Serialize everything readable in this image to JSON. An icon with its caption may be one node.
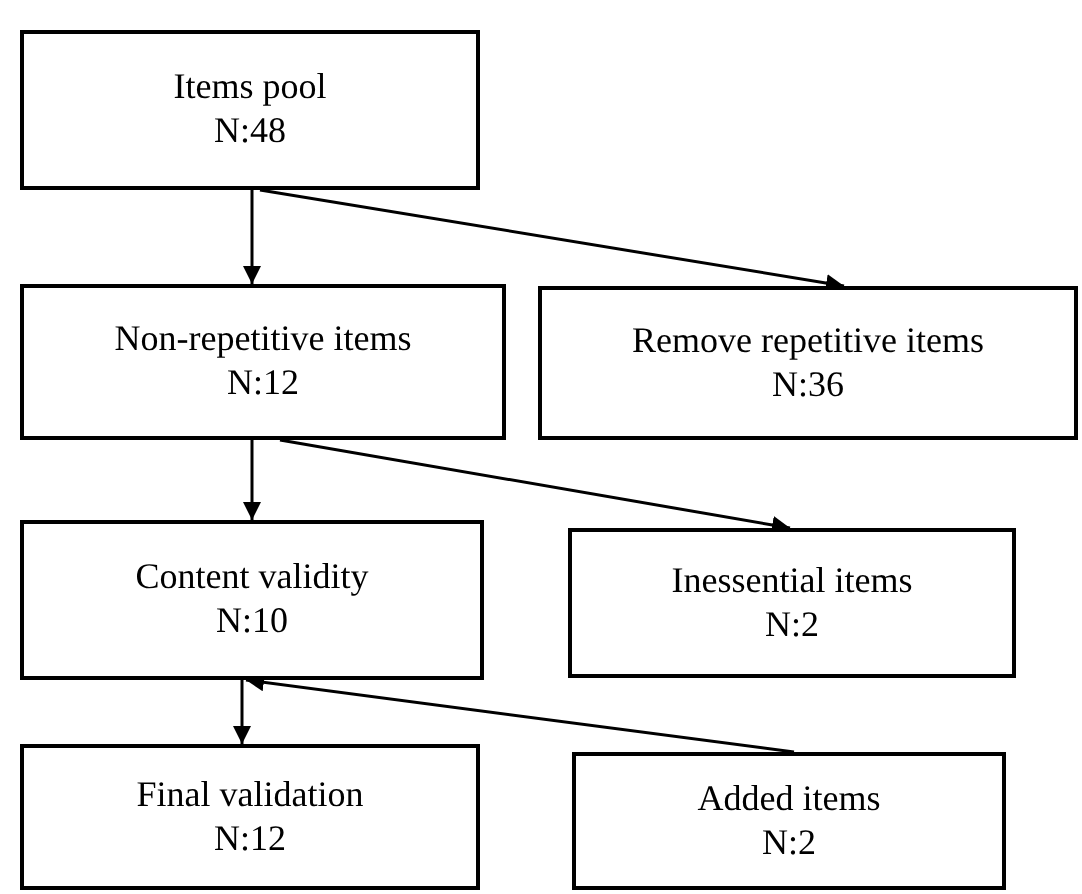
{
  "diagram": {
    "nodes": [
      {
        "text": [
          "Items pool",
          "N:48"
        ]
      },
      {
        "text": [
          "Non-repetitive items",
          "N:12"
        ]
      },
      {
        "text": [
          "Remove repetitive items",
          "N:36"
        ]
      },
      {
        "text": [
          "Content validity",
          "N:10"
        ]
      },
      {
        "text": [
          "Inessential items",
          "N:2"
        ]
      },
      {
        "text": [
          "Final validation",
          "N:12"
        ]
      },
      {
        "text": [
          "Added items",
          "N:2"
        ]
      }
    ],
    "edges": [
      {
        "from": 0,
        "to": 1,
        "arrow": "to"
      },
      {
        "from": 0,
        "to": 2,
        "arrow": "to"
      },
      {
        "from": 1,
        "to": 3,
        "arrow": "to"
      },
      {
        "from": 1,
        "to": 4,
        "arrow": "to"
      },
      {
        "from": 3,
        "to": 5,
        "arrow": "to"
      },
      {
        "from": 6,
        "to": 3,
        "arrow": "to"
      }
    ]
  }
}
